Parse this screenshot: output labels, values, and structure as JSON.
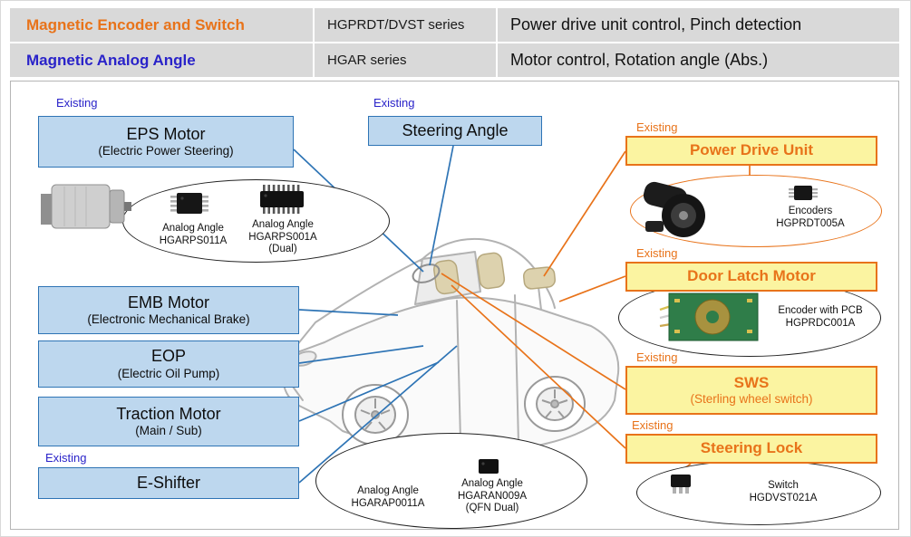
{
  "table": {
    "rows": [
      {
        "name": "Magnetic Encoder and Switch",
        "series": "HGPRDT/DVST series",
        "app": "Power drive unit control, Pinch detection",
        "color": "#E8731A"
      },
      {
        "name": "Magnetic Analog Angle",
        "series": "HGAR series",
        "app": "Motor control, Rotation angle (Abs.)",
        "color": "#2A23C9"
      }
    ]
  },
  "existing": "Existing",
  "boxes": {
    "eps": {
      "title": "EPS Motor",
      "subtitle": "(Electric Power Steering)"
    },
    "steering_angle": {
      "title": "Steering Angle"
    },
    "emb": {
      "title": "EMB Motor",
      "subtitle": "(Electronic Mechanical Brake)"
    },
    "eop": {
      "title": "EOP",
      "subtitle": "(Electric Oil Pump)"
    },
    "traction": {
      "title": "Traction Motor",
      "subtitle": "(Main / Sub)"
    },
    "eshifter": {
      "title": "E-Shifter"
    },
    "pdu": {
      "title": "Power Drive Unit"
    },
    "door_latch": {
      "title": "Door Latch Motor"
    },
    "sws": {
      "title": "SWS",
      "subtitle": "(Sterling wheel switch)"
    },
    "steering_lock": {
      "title": "Steering Lock"
    }
  },
  "callouts": {
    "eps_chip1": {
      "line1": "Analog Angle",
      "line2": "HGARPS011A"
    },
    "eps_chip2": {
      "line1": "Analog Angle",
      "line2": "HGARPS001A",
      "line3": "(Dual)"
    },
    "pdu": {
      "line1": "Encoders",
      "line2": "HGPRDT005A"
    },
    "door_latch": {
      "line1": "Encoder with PCB",
      "line2": "HGPRDC001A"
    },
    "steering_lock": {
      "line1": "Switch",
      "line2": "HGDVST021A"
    },
    "eshifter_chip1": {
      "line1": "Analog Angle",
      "line2": "HGARAP0011A"
    },
    "eshifter_chip2": {
      "line1": "Analog Angle",
      "line2": "HGARAN009A",
      "line3": "(QFN Dual)"
    }
  },
  "colors": {
    "blue_accent": "#2A23C9",
    "orange_accent": "#E8731A",
    "blue_box_fill": "#BDD7EE",
    "blue_box_border": "#2E74B5",
    "yellow_box_fill": "#FBF4A1"
  }
}
